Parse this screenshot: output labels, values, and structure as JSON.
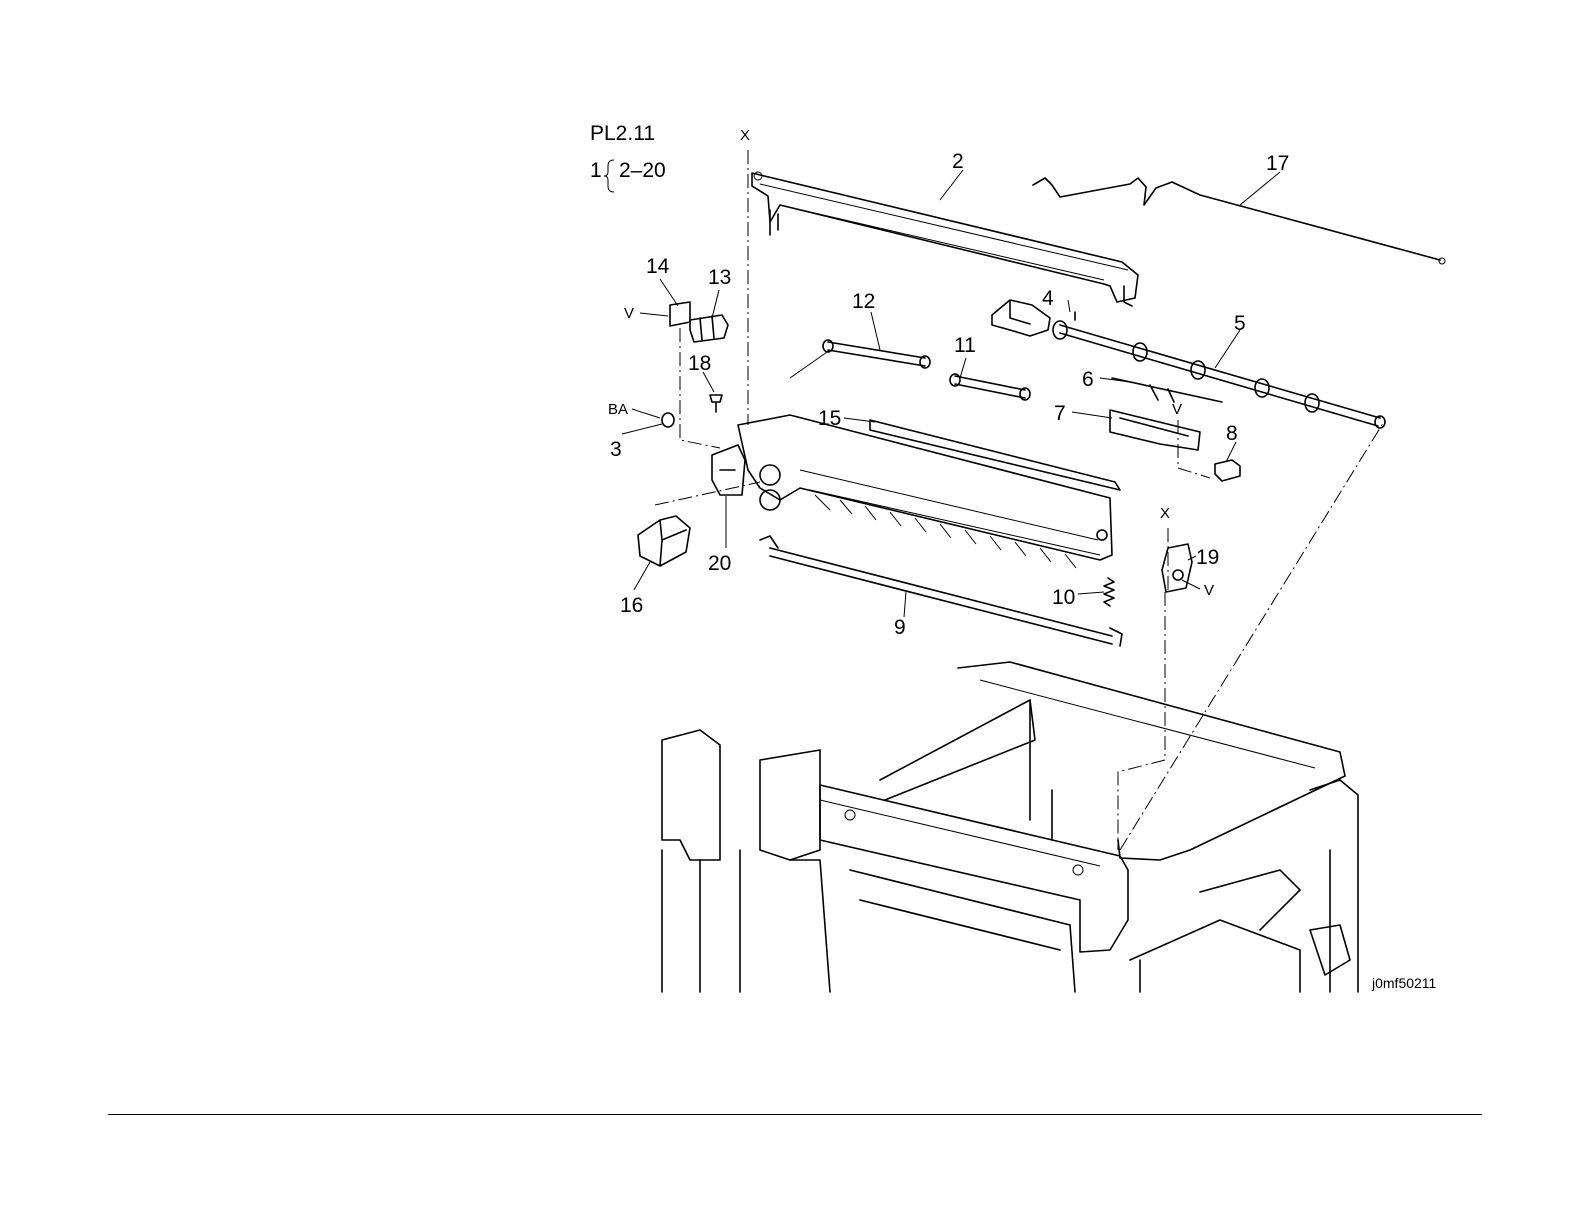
{
  "header": {
    "plate": "PL2.11",
    "range_prefix": "1",
    "range": "2–20"
  },
  "image_code": "j0mf50211",
  "callouts": [
    "2",
    "3",
    "4",
    "5",
    "6",
    "7",
    "8",
    "9",
    "10",
    "11",
    "12",
    "13",
    "14",
    "15",
    "16",
    "17",
    "18",
    "19",
    "20"
  ],
  "markers": {
    "x": "X",
    "v": "V",
    "ba": "BA"
  }
}
